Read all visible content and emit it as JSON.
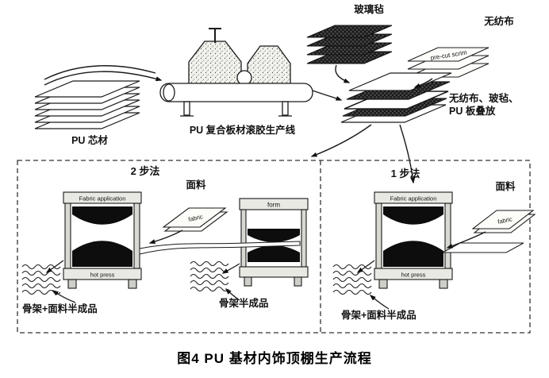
{
  "caption": "图4  PU 基材内饰顶棚生产流程",
  "top": {
    "pu_core": "PU 芯材",
    "glue_line": "PU 复合板材滚胶生产线",
    "glass_mat": "玻璃毡",
    "nonwoven": "无纺布",
    "precut_scrim": "pre-cut scrim",
    "stack_note": "无纺布、玻毡、\nPU 板叠放"
  },
  "process": {
    "two_step": "2 步法",
    "one_step": "1 步法",
    "fabric_cn": "面料",
    "fabric_en": "fabric",
    "fabric_application": "Fabric application",
    "hot_press": "hot press",
    "form": "form",
    "frame_fabric_semi": "骨架+面料半成品",
    "frame_semi": "骨架半成品"
  },
  "colors": {
    "ink": "#1a1a1a",
    "mold_black": "#0d0d0d",
    "mat_dark": "#4a4a4a"
  }
}
